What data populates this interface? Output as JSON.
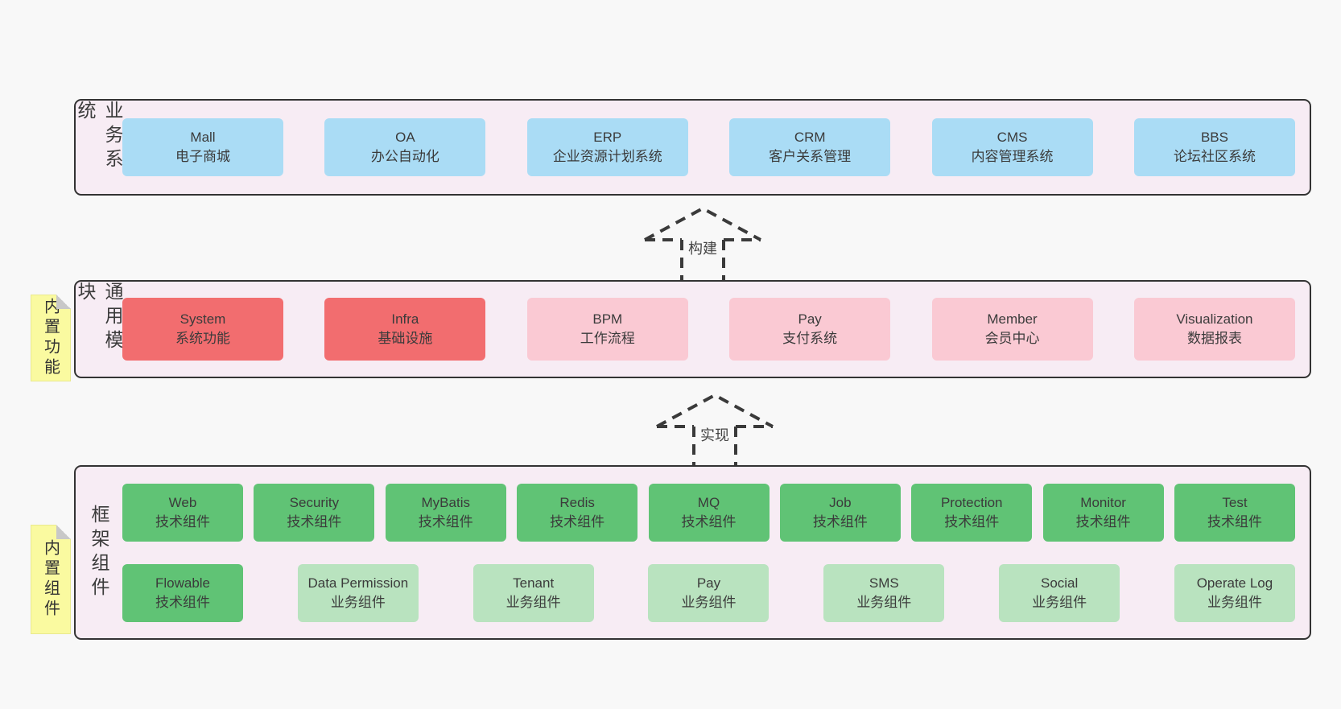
{
  "colors": {
    "page_background": "#f8f8f8",
    "band_background": "#f7ecf4",
    "band_border": "#333333",
    "box_blue": "#aadcf5",
    "box_red": "#f26d6f",
    "box_pink": "#fac9d3",
    "box_green": "#60c375",
    "box_lightgreen": "#b9e3bf",
    "note_yellow": "#fafaa0",
    "note_fold_gray": "#c8c8c8",
    "text": "#3b3b3b"
  },
  "bands": [
    {
      "label": "业务系统",
      "boxes": [
        {
          "name": "Mall",
          "desc": "电子商城"
        },
        {
          "name": "OA",
          "desc": "办公自动化"
        },
        {
          "name": "ERP",
          "desc": "企业资源计划系统"
        },
        {
          "name": "CRM",
          "desc": "客户关系管理"
        },
        {
          "name": "CMS",
          "desc": "内容管理系统"
        },
        {
          "name": "BBS",
          "desc": "论坛社区系统"
        }
      ]
    },
    {
      "label": "通用模块",
      "note": "内置功能",
      "boxes": [
        {
          "name": "System",
          "desc": "系统功能"
        },
        {
          "name": "Infra",
          "desc": "基础设施"
        },
        {
          "name": "BPM",
          "desc": "工作流程"
        },
        {
          "name": "Pay",
          "desc": "支付系统"
        },
        {
          "name": "Member",
          "desc": "会员中心"
        },
        {
          "name": "Visualization",
          "desc": "数据报表"
        }
      ]
    },
    {
      "label": "框架组件",
      "note": "内置组件",
      "boxes": [
        {
          "name": "Web",
          "desc": "技术组件"
        },
        {
          "name": "Security",
          "desc": "技术组件"
        },
        {
          "name": "MyBatis",
          "desc": "技术组件"
        },
        {
          "name": "Redis",
          "desc": "技术组件"
        },
        {
          "name": "MQ",
          "desc": "技术组件"
        },
        {
          "name": "Job",
          "desc": "技术组件"
        },
        {
          "name": "Protection",
          "desc": "技术组件"
        },
        {
          "name": "Monitor",
          "desc": "技术组件"
        },
        {
          "name": "Test",
          "desc": "技术组件"
        },
        {
          "name": "Flowable",
          "desc": "技术组件"
        },
        {
          "name": "Data Permission",
          "desc": "业务组件"
        },
        {
          "name": "Tenant",
          "desc": "业务组件"
        },
        {
          "name": "Pay",
          "desc": "业务组件"
        },
        {
          "name": "SMS",
          "desc": "业务组件"
        },
        {
          "name": "Social",
          "desc": "业务组件"
        },
        {
          "name": "Operate Log",
          "desc": "业务组件"
        }
      ]
    }
  ],
  "arrows": [
    {
      "label": "构建"
    },
    {
      "label": "实现"
    }
  ]
}
